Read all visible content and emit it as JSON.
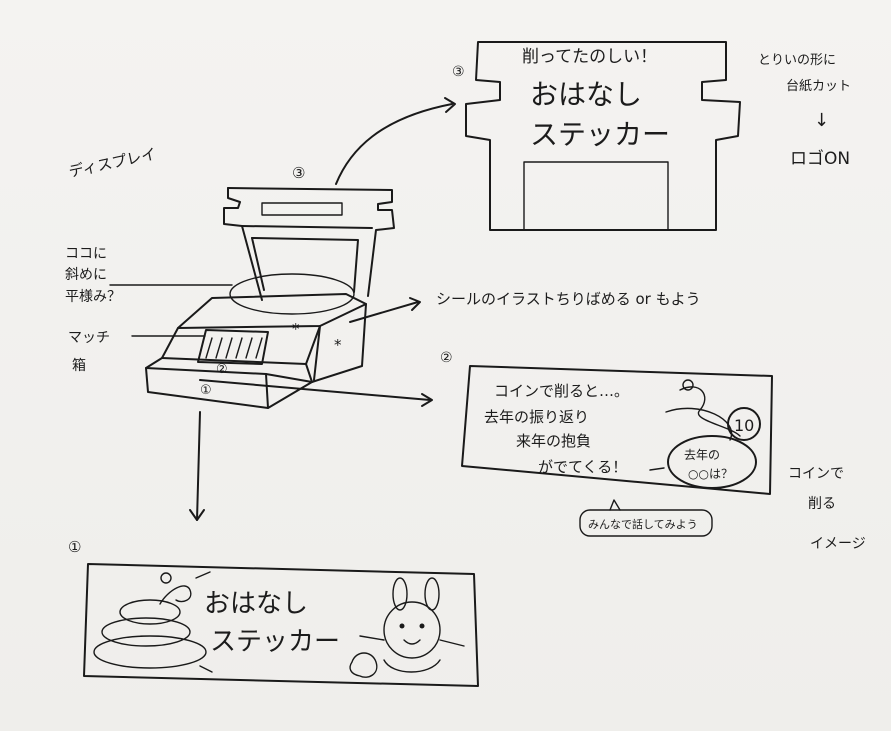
{
  "display_label": "ディスプレイ",
  "num3_marker": "③",
  "num2_marker": "②",
  "num1_marker": "①",
  "left_note": [
    "ココに",
    "斜めに",
    "平様み？"
  ],
  "matchbox_label": [
    "マッチ",
    "箱"
  ],
  "sticker_side_note": "シールのイラストちりばめる or もよう",
  "panel3": {
    "marker": "③",
    "header": "削ってたのしい！",
    "title1": "おはなし",
    "title2": "ステッカー"
  },
  "torii_note": [
    "とりいの形に",
    "台紙カット",
    "↓",
    "ロゴON"
  ],
  "panel2": {
    "marker": "②",
    "line1": "コインで削ると…。",
    "line2": "去年の振り返り",
    "line3": "来年の抱負",
    "line4": "がでてくる！",
    "badge": "10",
    "oval_text1": "去年の",
    "oval_text2": "○○は？"
  },
  "coin_note": [
    "コインで",
    "削る",
    "イメージ"
  ],
  "bubble_text": "みんなで話してみよう",
  "panel1": {
    "marker": "①",
    "title1": "おはなし",
    "title2": "ステッカー"
  },
  "small_sticker_marks": [
    "①",
    "②",
    "*",
    "*"
  ]
}
